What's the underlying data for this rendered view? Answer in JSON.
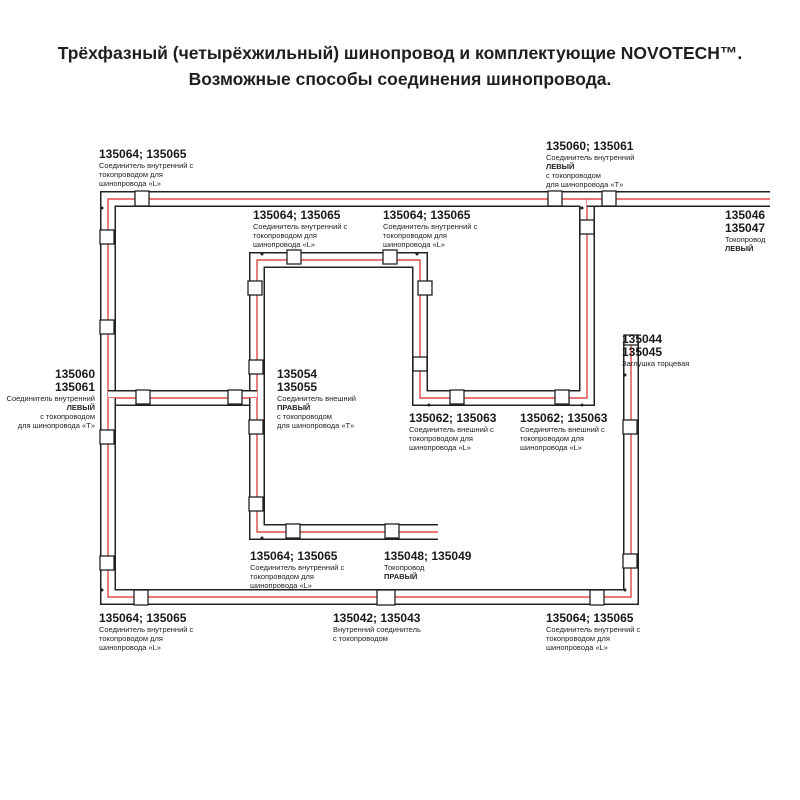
{
  "title": {
    "line1": "Трёхфазный (четырёхжильный) шинопровод и комплектующие NOVOTECH™.",
    "line2": "Возможные способы соединения шинопровода."
  },
  "colors": {
    "track_outline": "#222222",
    "conductor": "#e04848",
    "background": "#ffffff"
  },
  "labels": {
    "top_left": {
      "code": "135064; 135065",
      "lines": [
        "Соединитель внутренний с",
        "токопроводом для",
        "шинопровода «L»"
      ]
    },
    "top_right": {
      "code": "135060; 135061",
      "lines": [
        "Соединитель внутренний",
        "ЛЕВЫЙ",
        "с токопроводом",
        "для шинопровода «T»"
      ]
    },
    "inner_left": {
      "code": "135064; 135065",
      "lines": [
        "Соединитель внутренний с",
        "токопроводом для",
        "шинопровода «L»"
      ]
    },
    "inner_right": {
      "code": "135064; 135065",
      "lines": [
        "Соединитель внутренний с",
        "токопроводом для",
        "шинопровода «L»"
      ]
    },
    "end_power": {
      "code1": "135046",
      "code2": "135047",
      "line1": "Токопровод",
      "line2": "ЛЕВЫЙ"
    },
    "end_cap": {
      "code1": "135044",
      "code2": "135045",
      "line1": "Заглушка торцевая"
    },
    "left_t": {
      "code1": "135060",
      "code2": "135061",
      "lines": [
        "Соединитель внутренний",
        "ЛЕВЫЙ",
        "с токопроводом",
        "для шинопровода «T»"
      ]
    },
    "center_t": {
      "code1": "135054",
      "code2": "135055",
      "lines": [
        "Соединитель внешний",
        "ПРАВЫЙ",
        "с токопроводом",
        "для шинопровода «T»"
      ]
    },
    "ext_l_1": {
      "code": "135062; 135063",
      "lines": [
        "Соединитель внешний с",
        "токопроводом для",
        "шинопровода «L»"
      ]
    },
    "ext_l_2": {
      "code": "135062; 135063",
      "lines": [
        "Соединитель внешний с",
        "токопроводом для",
        "шинопровода «L»"
      ]
    },
    "mid_l": {
      "code": "135064; 135065",
      "lines": [
        "Соединитель внутренний с",
        "токопроводом для",
        "шинопровода «L»"
      ]
    },
    "power_right": {
      "code": "135048; 135049",
      "line1": "Токопровод",
      "line2": "ПРАВЫЙ"
    },
    "bottom_left": {
      "code": "135064; 135065",
      "lines": [
        "Соединитель внутренний с",
        "токопроводом для",
        "шинопровода «L»"
      ]
    },
    "bottom_mid": {
      "code": "135042; 135043",
      "lines": [
        "Внутренний соединитель",
        "с токопроводом"
      ]
    },
    "bottom_right": {
      "code": "135064; 135065",
      "lines": [
        "Соединитель внутренний с",
        "токопроводом для",
        "шинопровода «L»"
      ]
    }
  }
}
